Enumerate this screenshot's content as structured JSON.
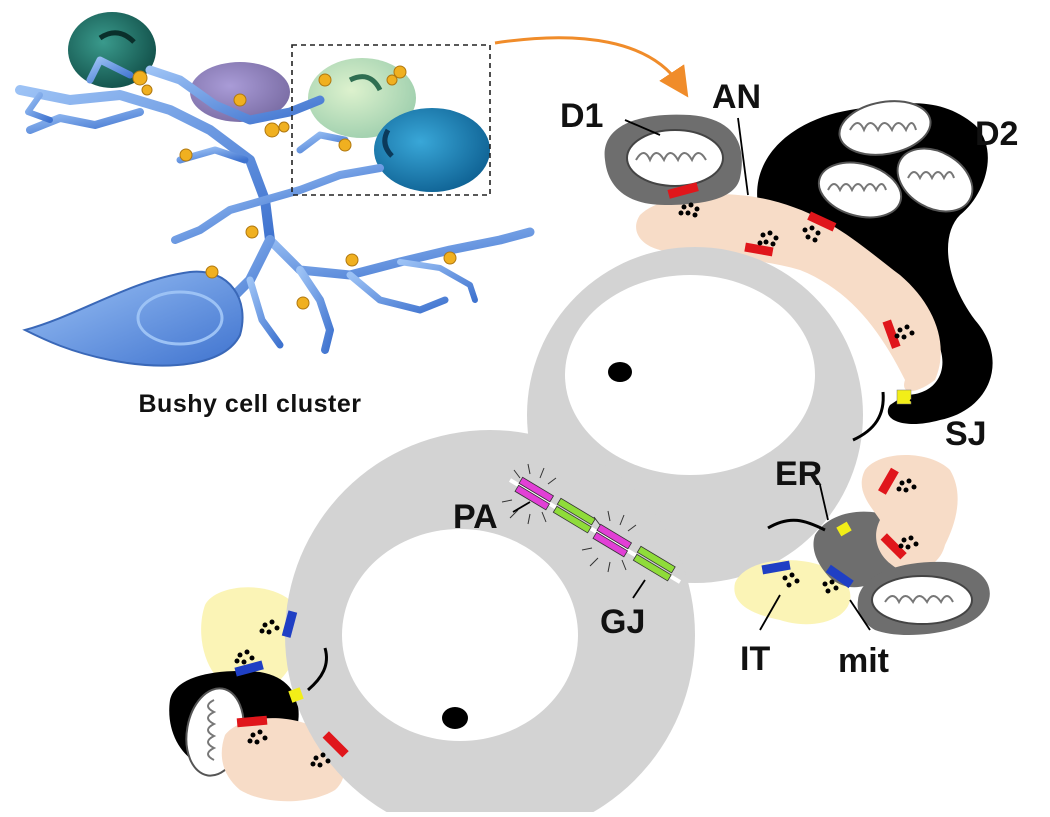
{
  "render_caption": "Bushy cell cluster",
  "labels": {
    "d1": "D1",
    "an": "AN",
    "d2": "D2",
    "sj": "SJ",
    "er": "ER",
    "pa": "PA",
    "gj": "GJ",
    "it": "IT",
    "mit": "mit"
  },
  "colors": {
    "cell_body": "#d3d3d3",
    "nucleus": "#ffffff",
    "auditory_nerve_terminal": "#f7dcc7",
    "inhibitory_terminal": "#fbf4b6",
    "dendrite_d1": "#6e6e6e",
    "dendrite_d2": "#000000",
    "synapse_excitatory": "#e0161b",
    "synapse_inhibitory": "#1f3fc4",
    "somatic_junction": "#f2ee18",
    "puncta_adherentia": "#e23fd6",
    "gap_junction": "#8fdc3a",
    "arrow": "#f08c2a",
    "neuron_render": "#5b8fe0",
    "bouton": "#f0b020"
  }
}
